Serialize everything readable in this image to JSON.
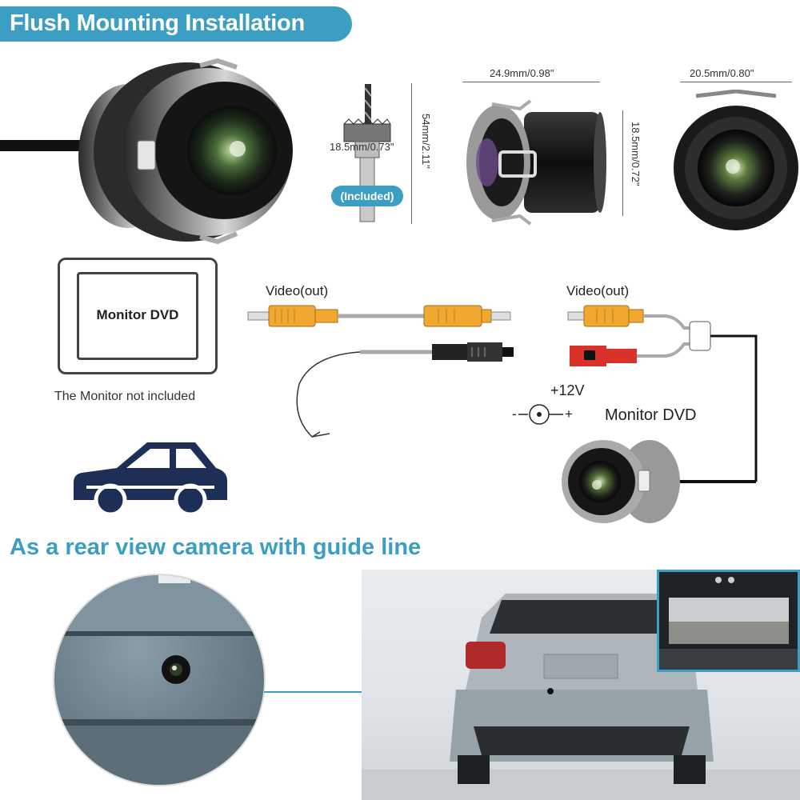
{
  "header": {
    "title": "Flush Mounting Installation"
  },
  "dimensions": {
    "drill_diameter": "18.5mm/0.73\"",
    "drill_length": "54mm/2.11\"",
    "camera_width": "24.9mm/0.98\"",
    "camera_height": "18.5mm/0.72\"",
    "camera_diameter": "20.5mm/0.80\""
  },
  "drill_badge": "(Included)",
  "monitor": {
    "label": "Monitor DVD",
    "note": "The  Monitor not included"
  },
  "wiring": {
    "video_out_left": "Video(out)",
    "video_out_right": "Video(out)",
    "power": "+12V",
    "power_symbol_minus": "-",
    "power_symbol_plus": "+",
    "monitor_dvd": "Monitor DVD"
  },
  "section2": {
    "title": "As a rear view camera with guide line"
  },
  "colors": {
    "accent": "#3b9ec2",
    "rca_yellow": "#f0a830",
    "rca_red": "#d9322b",
    "car_navy": "#1e2f57"
  }
}
